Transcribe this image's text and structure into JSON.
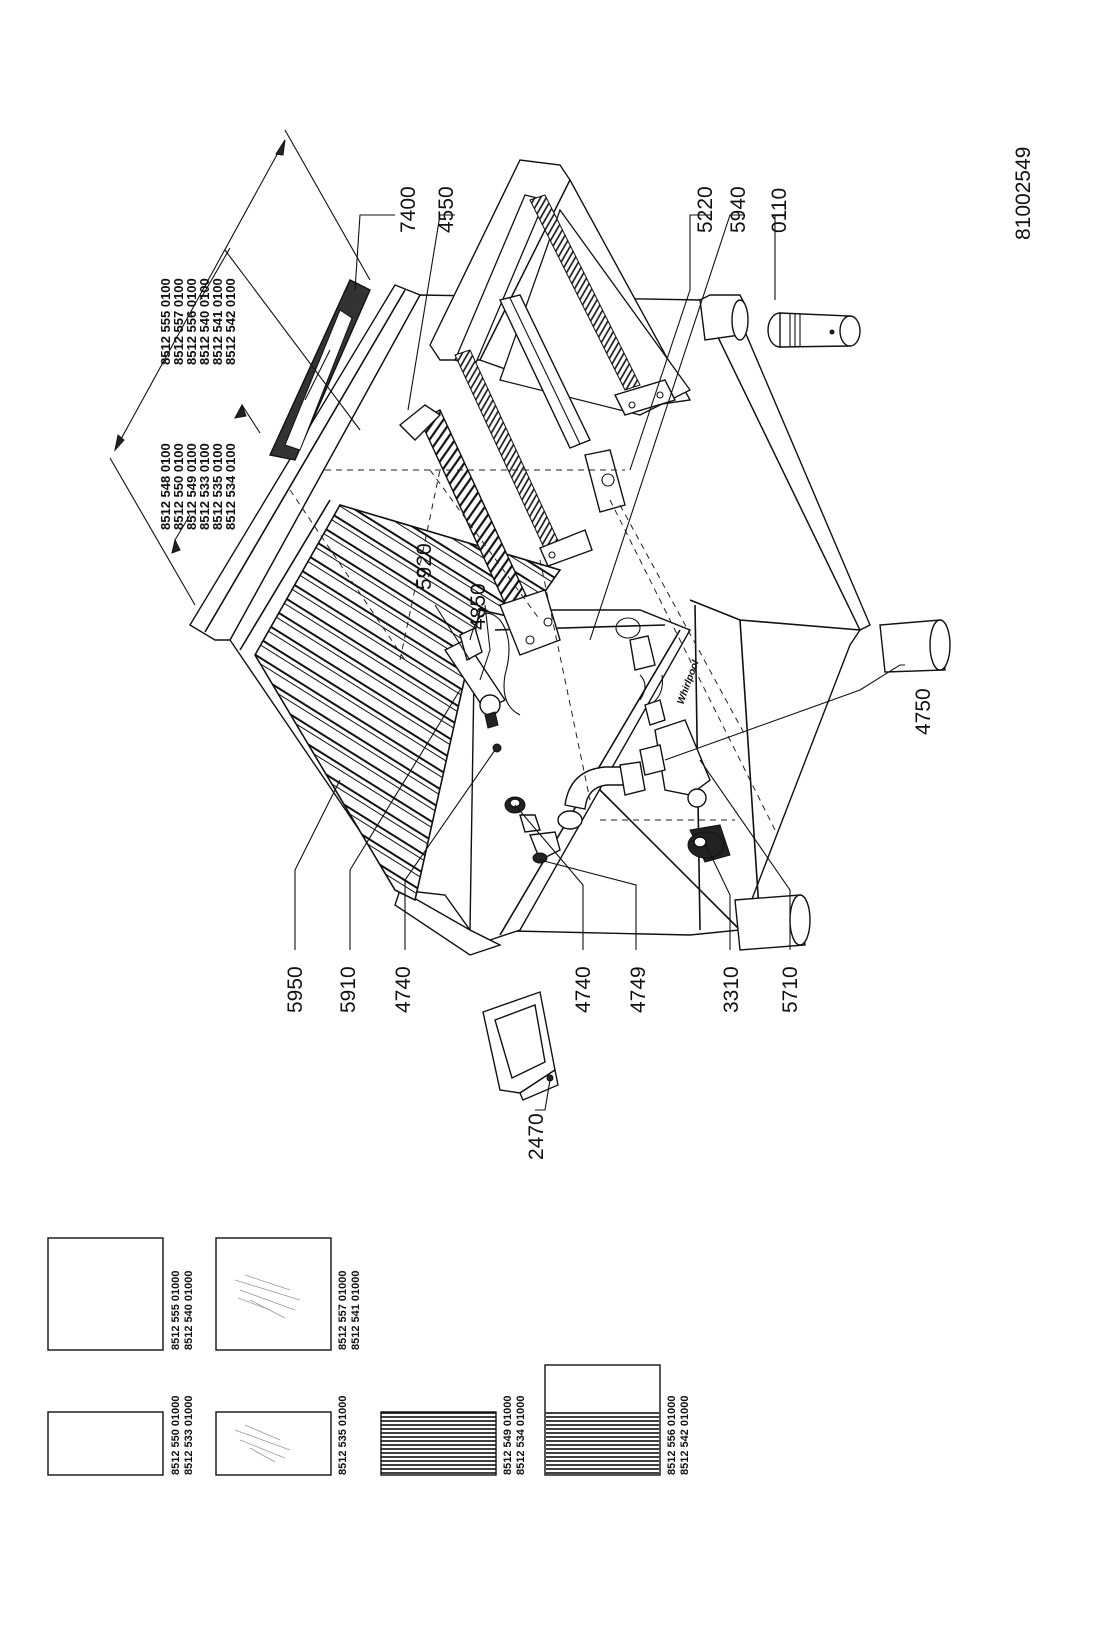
{
  "document_number": "81002549",
  "part_groups": {
    "top_cover": [
      "8512 555 0100",
      "8512 557 0100",
      "8512 556 0100",
      "8512 540 0100",
      "8512 541 0100",
      "8512 542 0100"
    ],
    "lower_cover": [
      "8512 548 0100",
      "8512 550 0100",
      "8512 549 0100",
      "8512 533 0100",
      "8512 535 0100",
      "8512 534 0100"
    ]
  },
  "callouts": {
    "c7400": "7400",
    "c4550": "4550",
    "c5220": "5220",
    "c5940": "5940",
    "c0110": "0110",
    "c5920": "5920",
    "c4850": "4850",
    "c4750": "4750",
    "c5950": "5950",
    "c5910": "5910",
    "c4740a": "4740",
    "c4740b": "4740",
    "c4749": "4749",
    "c3310": "3310",
    "c5710": "5710",
    "c2470": "2470"
  },
  "brand_mark": "Whirlpool",
  "swatches": [
    {
      "id": "s1",
      "style": "plain",
      "codes": [
        "8512 555 01000",
        "8512 540 01000"
      ]
    },
    {
      "id": "s2",
      "style": "brushed",
      "codes": [
        "8512 557 01000",
        "8512 541 01000"
      ]
    },
    {
      "id": "s3",
      "style": "plain",
      "codes": [
        "8512 550 01000",
        "8512 533 01000"
      ]
    },
    {
      "id": "s4",
      "style": "brushed",
      "codes": [
        "8512 535 01000"
      ]
    },
    {
      "id": "s5",
      "style": "lined",
      "codes": [
        "8512 549 01000",
        "8512 534 01000"
      ]
    },
    {
      "id": "s6",
      "style": "half-lined",
      "codes": [
        "8512 556 01000",
        "8512 542 01000"
      ]
    }
  ]
}
